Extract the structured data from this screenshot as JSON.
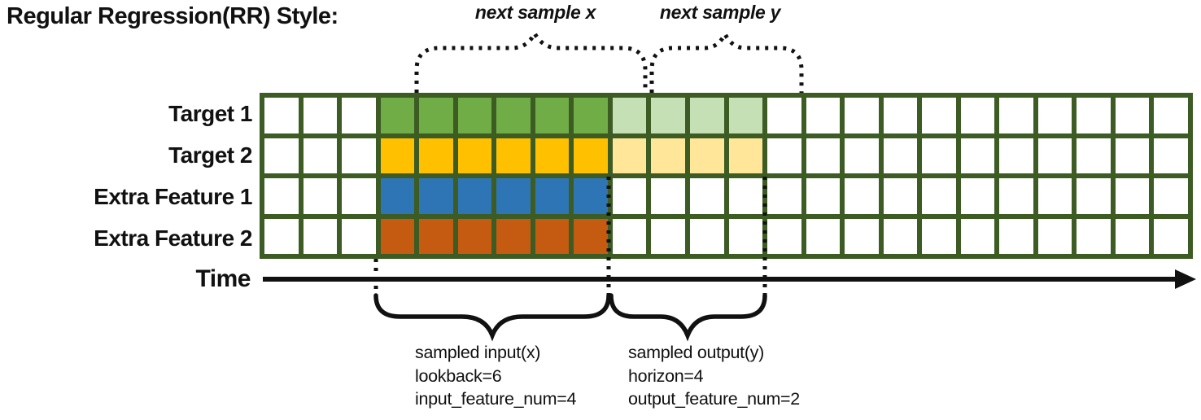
{
  "title": "Regular Regression(RR) Style:",
  "colors": {
    "grid_line": "#3C5C24",
    "empty_cell": "#ffffff",
    "annotation_stroke": "#111111",
    "target1_input": "#70AD47",
    "target1_output": "#C5E0B4",
    "target2_input": "#FFC000",
    "target2_output": "#FFE699",
    "extra_feature1_input": "#2E75B6",
    "extra_feature2_input": "#C55A11"
  },
  "grid": {
    "columns": 24,
    "input_start_col": 3,
    "input_cols": 6,
    "output_cols": 4,
    "rows": [
      {
        "label": "Target 1",
        "input_color": "#70AD47",
        "output_color": "#C5E0B4",
        "has_output": true
      },
      {
        "label": "Target 2",
        "input_color": "#FFC000",
        "output_color": "#FFE699",
        "has_output": true
      },
      {
        "label": "Extra Feature 1",
        "input_color": "#2E75B6",
        "output_color": "",
        "has_output": false
      },
      {
        "label": "Extra Feature 2",
        "input_color": "#C55A11",
        "output_color": "",
        "has_output": false
      }
    ]
  },
  "annotations": {
    "next_sample_x": "next sample x",
    "next_sample_y": "next sample y",
    "time_label": "Time",
    "input_lines": [
      "sampled input(x)",
      "lookback=6",
      "input_feature_num=4"
    ],
    "output_lines": [
      "sampled output(y)",
      "horizon=4",
      "output_feature_num=2"
    ]
  }
}
